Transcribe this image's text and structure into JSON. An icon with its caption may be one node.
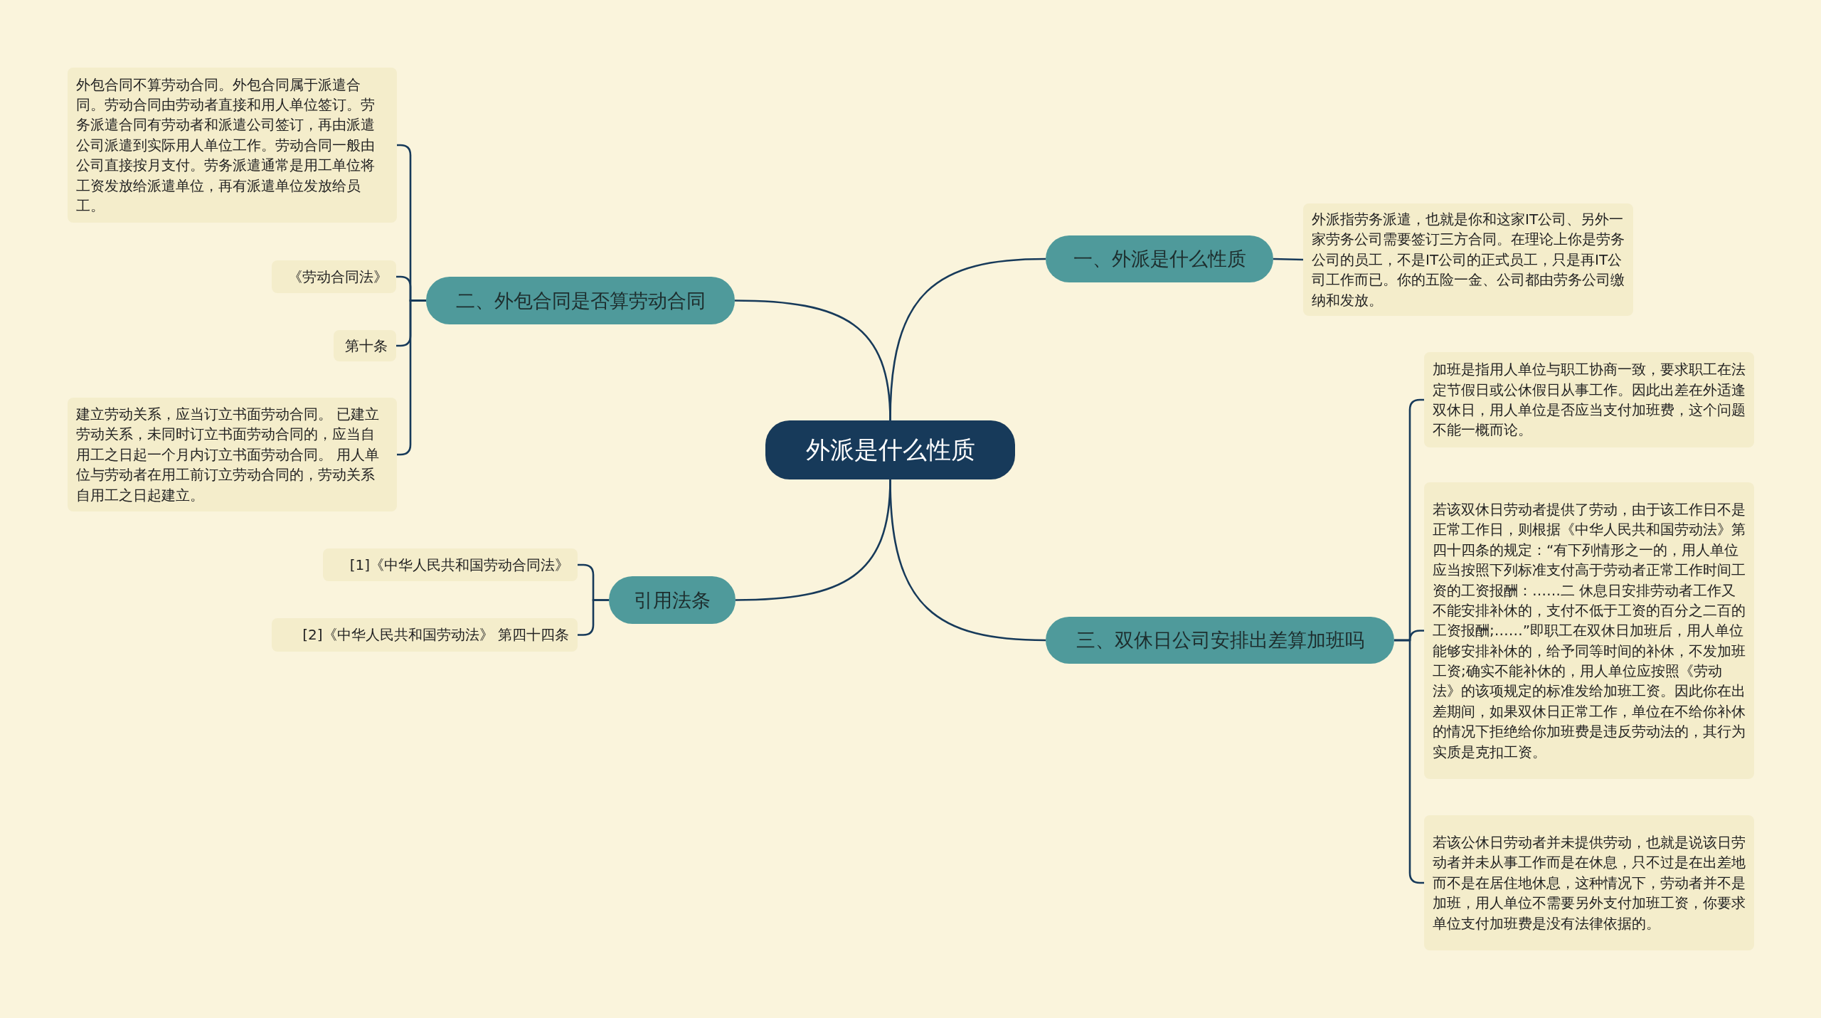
{
  "diagram": {
    "nodes": [
      {
        "text": [
          "外派是什么性质"
        ]
      },
      {
        "text": [
          "一、外派是什么性质"
        ]
      },
      {
        "text": [
          "外派指劳务派遣，也就是你和这家IT公司、另外一家劳务公司需要签订三方合同。在理论上你是劳务公司的员工，不是IT公司的正式员工，只是再IT公司工作而已。你的五险一金、公司都由劳务公司缴纳和发放。"
        ]
      },
      {
        "text": [
          "二、外包合同是否算劳动合同"
        ]
      },
      {
        "text": [
          "外包合同不算劳动合同。外包合同属于派遣合同。劳动合同由劳动者直接和用人单位签订。劳务派遣合同有劳动者和派遣公司签订，再由派遣公司派遣到实际用人单位工作。劳动合同一般由公司直接按月支付。劳务派遣通常是用工单位将工资发放给派遣单位，再有派遣单位发放给员工。"
        ]
      },
      {
        "text": [
          "《劳动合同法》"
        ]
      },
      {
        "text": [
          "第十条"
        ]
      },
      {
        "text": [
          "建立劳动关系，应当订立书面劳动合同。 已建立劳动关系，未同时订立书面劳动合同的，应当自用工之日起一个月内订立书面劳动合同。 用人单位与劳动者在用工前订立劳动合同的，劳动关系自用工之日起建立。"
        ]
      },
      {
        "text": [
          "引用法条"
        ]
      },
      {
        "text": [
          "[1]《中华人民共和国劳动合同法》"
        ]
      },
      {
        "text": [
          "[2]《中华人民共和国劳动法》 第四十四条"
        ]
      },
      {
        "text": [
          "三、双休日公司安排出差算加班吗"
        ]
      },
      {
        "text": [
          "加班是指用人单位与职工协商一致，要求职工在法定节假日或公休假日从事工作。因此出差在外适逢双休日，用人单位是否应当支付加班费，这个问题不能一概而论。"
        ]
      },
      {
        "text": [
          "若该双休日劳动者提供了劳动，由于该工作日不是正常工作日，则根据《中华人民共和国劳动法》第四十四条的规定：“有下列情形之一的，用人单位应当按照下列标准支付高于劳动者正常工作时间工资的工资报酬：……二 休息日安排劳动者工作又不能安排补休的，支付不低于工资的百分之二百的工资报酬;……”即职工在双休日加班后，用人单位能够安排补休的，给予同等时间的补休，不发加班工资;确实不能补休的，用人单位应按照《劳动法》的该项规定的标准发给加班工资。因此你在出差期间，如果双休日正常工作，单位在不给你补休的情况下拒绝给你加班费是违反劳动法的，其行为实质是克扣工资。"
        ]
      },
      {
        "text": [
          "若该公休日劳动者并未提供劳动，也就是说该日劳动者并未从事工作而是在休息，只不过是在出差地而不是在居住地休息，这种情况下，劳动者并不是加班，用人单位不需要另外支付加班工资，你要求单位支付加班费是没有法律依据的。"
        ]
      }
    ],
    "edges": [
      {
        "from": 0,
        "to": 1,
        "arrow": "none"
      },
      {
        "from": 1,
        "to": 2,
        "arrow": "none"
      },
      {
        "from": 0,
        "to": 3,
        "arrow": "none"
      },
      {
        "from": 3,
        "to": 4,
        "arrow": "none"
      },
      {
        "from": 3,
        "to": 5,
        "arrow": "none"
      },
      {
        "from": 3,
        "to": 6,
        "arrow": "none"
      },
      {
        "from": 3,
        "to": 7,
        "arrow": "none"
      },
      {
        "from": 0,
        "to": 8,
        "arrow": "none"
      },
      {
        "from": 8,
        "to": 9,
        "arrow": "none"
      },
      {
        "from": 8,
        "to": 10,
        "arrow": "none"
      },
      {
        "from": 0,
        "to": 11,
        "arrow": "none"
      },
      {
        "from": 11,
        "to": 12,
        "arrow": "none"
      },
      {
        "from": 11,
        "to": 13,
        "arrow": "none"
      },
      {
        "from": 11,
        "to": 14,
        "arrow": "none"
      }
    ]
  }
}
